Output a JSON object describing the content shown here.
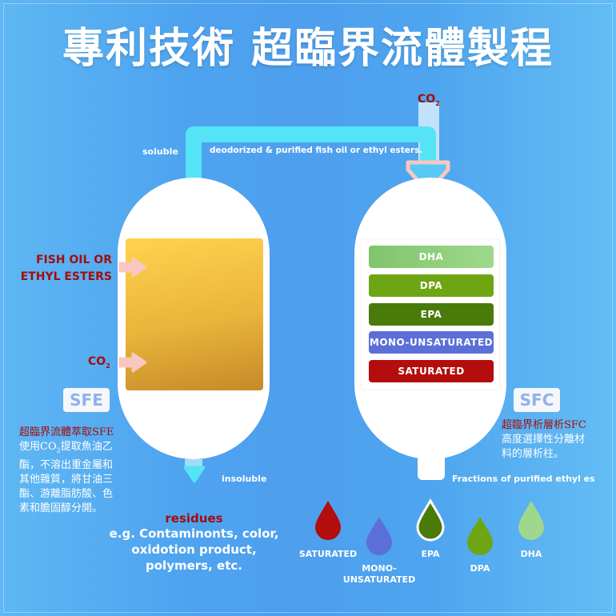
{
  "title": "專利技術 超臨界流體製程",
  "labels": {
    "co2_top_main": "CO",
    "co2_sub": "2",
    "soluble": "soluble",
    "pipe_text": "deodorized & purified fish oil or ethyl esters.",
    "fish_oil_line1": "FISH OIL OR",
    "fish_oil_line2": "ETHYL ESTERS",
    "co2_left_main": "CO",
    "sfe": "SFE",
    "sfc": "SFC",
    "insoluble": "insoluble",
    "fractions": "Fractions of purified ethyl es"
  },
  "bands": [
    {
      "label": "DHA",
      "color": "#8fcf7a"
    },
    {
      "label": "DPA",
      "color": "#6ea513"
    },
    {
      "label": "EPA",
      "color": "#4a7a0a"
    },
    {
      "label": "MONO-UNSATURATED",
      "color": "#5b6fd8"
    },
    {
      "label": "SATURATED",
      "color": "#b30d0d"
    }
  ],
  "sfe_text": {
    "title": "超臨界流體萃取SFE",
    "l1_a": "使用CO",
    "l1_sub": "2",
    "l1_b": "提取魚油乙",
    "l2": "酯，不溶出重金屬和",
    "l3": "其他雜質，將甘油三",
    "l4": "酯、游離脂肪酸、色",
    "l5": "素和膽固醇分開。"
  },
  "sfc_text": {
    "title": "超臨界析層析SFC",
    "l1": "高度選擇性分離材",
    "l2": "料的層析柱。"
  },
  "residues": {
    "title": "residues",
    "l1": "e.g. Contaminonts, color,",
    "l2": "oxidotion product,",
    "l3": "polymers, etc."
  },
  "drops": [
    {
      "label": "SATURATED",
      "color": "#b30d0d"
    },
    {
      "label1": "MONO-",
      "label2": "UNSATURATED",
      "color": "#5b6fd8"
    },
    {
      "label": "EPA",
      "color": "#4a7a0a"
    },
    {
      "label": "DPA",
      "color": "#6ea513"
    },
    {
      "label": "DHA",
      "color": "#9fd88c"
    }
  ],
  "colors": {
    "pipe": "#4fe3f5",
    "arrow_pink": "#f8c7c0",
    "oil_gold": "#e6b23a",
    "accent_red": "#a30d0d"
  }
}
